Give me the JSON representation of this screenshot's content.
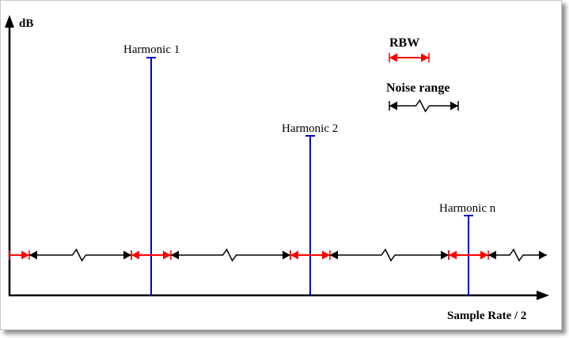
{
  "y_axis_label": "dB",
  "x_axis_label": "Sample Rate / 2",
  "harmonics": [
    "Harmonic 1",
    "Harmonic 2",
    "Harmonic n"
  ],
  "legend": {
    "rbw_label": "RBW",
    "noise_label": "Noise range"
  },
  "colors": {
    "harmonic": "#0000cc",
    "rbw": "#ff0000",
    "noise": "#000000",
    "axis": "#000000"
  }
}
